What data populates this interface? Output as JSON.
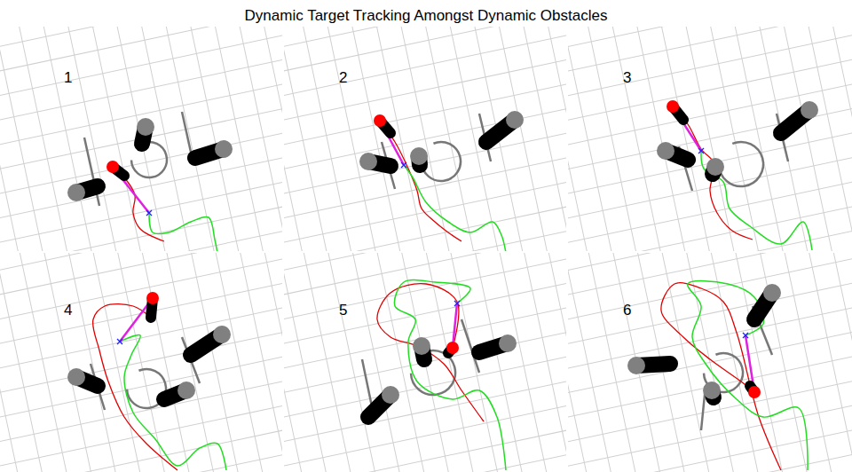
{
  "diagram": {
    "title": "Dynamic Target Tracking Amongst Dynamic Obstacles",
    "labels": [
      "1",
      "2",
      "3",
      "4",
      "5",
      "6"
    ]
  }
}
